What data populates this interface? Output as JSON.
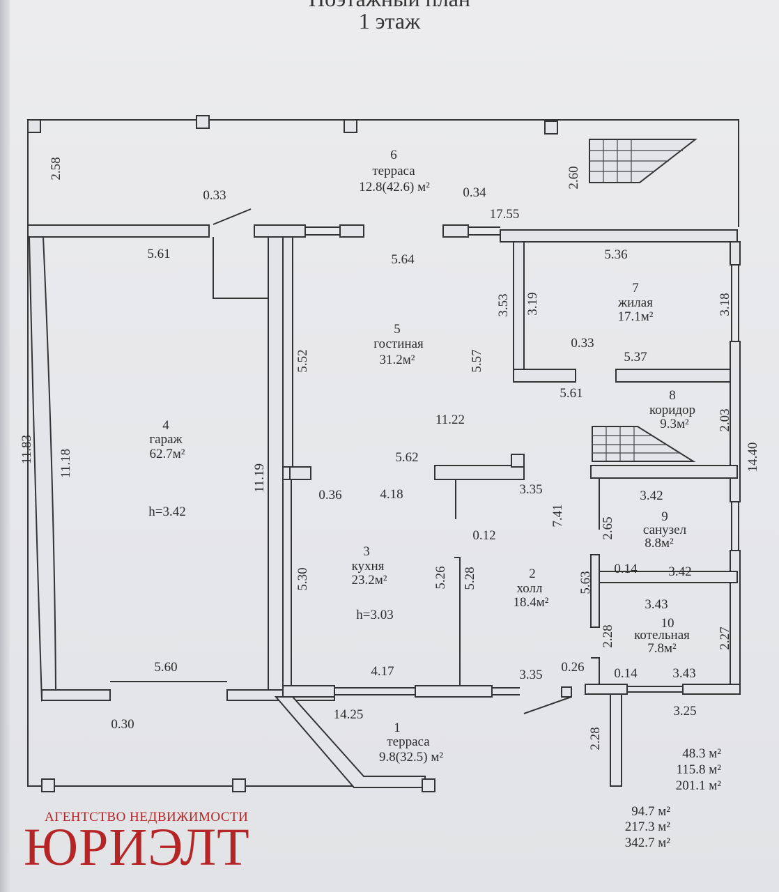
{
  "header": {
    "title_cut": "Поэтажный план",
    "floor": "1 этаж"
  },
  "rooms": {
    "terrace_top": {
      "num": "6",
      "name": "терраса",
      "area": "12.8(42.6) м²"
    },
    "living": {
      "num": "5",
      "name": "гостиная",
      "area": "31.2м²"
    },
    "bedroom": {
      "num": "7",
      "name": "жилая",
      "area": "17.1м²"
    },
    "corridor": {
      "num": "8",
      "name": "коридор",
      "area": "9.3м²"
    },
    "garage": {
      "num": "4",
      "name": "гараж",
      "area": "62.7м²",
      "height": "h=3.42"
    },
    "kitchen": {
      "num": "3",
      "name": "кухня",
      "area": "23.2м²",
      "height": "h=3.03"
    },
    "hall": {
      "num": "2",
      "name": "холл",
      "area": "18.4м²"
    },
    "bathroom": {
      "num": "9",
      "name": "санузел",
      "area": "8.8м²"
    },
    "boiler": {
      "num": "10",
      "name": "котельная",
      "area": "7.8м²"
    },
    "terrace_bottom": {
      "num": "1",
      "name": "терраса",
      "area": "9.8(32.5) м²"
    }
  },
  "dims": {
    "d258": "2.58",
    "d033a": "0.33",
    "d034": "0.34",
    "d1755": "17.55",
    "d260": "2.60",
    "d561a": "5.61",
    "d564": "5.64",
    "d536": "5.36",
    "d353": "3.53",
    "d319": "3.19",
    "d318": "3.18",
    "d552": "5.52",
    "d557": "5.57",
    "d033b": "0.33",
    "d537": "5.37",
    "d561b": "5.61",
    "d1122": "11.22",
    "d203": "2.03",
    "d1183": "11.83",
    "d1118": "11.18",
    "d1119": "11.19",
    "d562": "5.62",
    "d1440": "14.40",
    "d036": "0.36",
    "d418": "4.18",
    "d335a": "3.35",
    "d342a": "3.42",
    "d741": "7.41",
    "d265": "2.65",
    "d012": "0.12",
    "d530": "5.30",
    "d526": "5.26",
    "d528": "5.28",
    "d563": "5.63",
    "d014a": "0.14",
    "d342b": "3.42",
    "d343a": "3.43",
    "d228a": "2.28",
    "d227": "2.27",
    "d560": "5.60",
    "d417": "4.17",
    "d335b": "3.35",
    "d026": "0.26",
    "d014b": "0.14",
    "d343b": "3.43",
    "d030": "0.30",
    "d1425": "14.25",
    "d325": "3.25",
    "d228b": "2.28"
  },
  "totals": {
    "a1": "48.3 м²",
    "a2": "115.8 м²",
    "a3": "201.1 м²",
    "b1": "94.7 м²",
    "b2": "217.3 м²",
    "b3": "342.7 м²"
  },
  "agency": {
    "subtitle": "АГЕНТСТВО НЕДВИЖИМОСТИ",
    "name": "ЮРИЭЛТ"
  },
  "colors": {
    "brand_red": "#b52525",
    "ink": "#2c2c2c",
    "paper": "#e8e9eb"
  }
}
